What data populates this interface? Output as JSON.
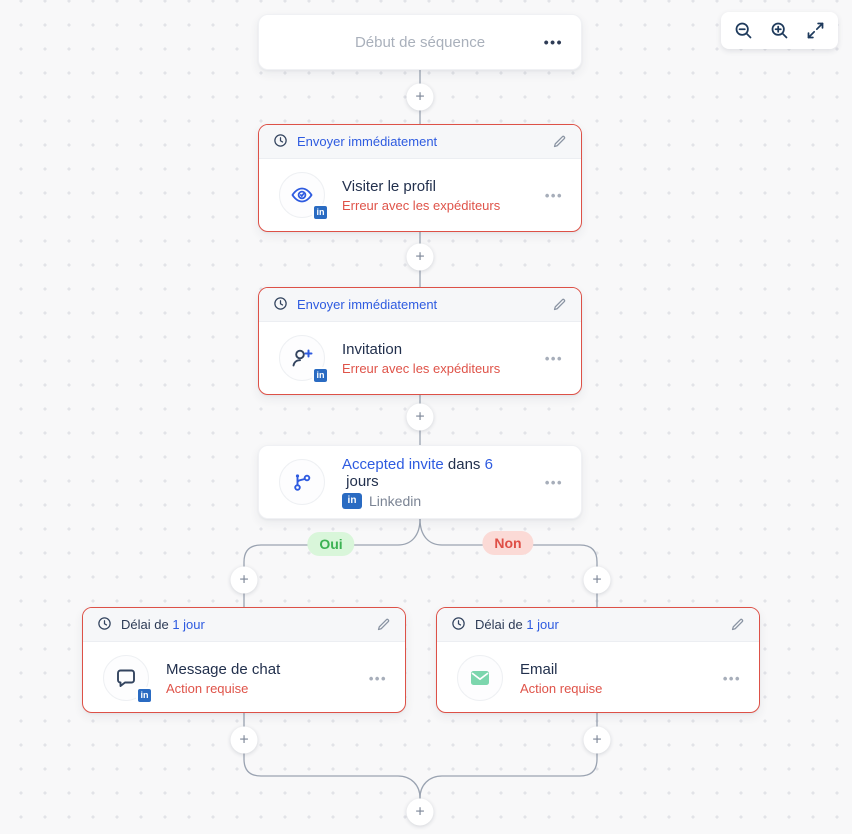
{
  "canvas": {
    "bg": "#f8f8f9",
    "dot_color": "#e2e3e8",
    "connector_color": "#9aa3b1",
    "plus_label": "+"
  },
  "toolbar": {
    "icons": [
      "zoom-out",
      "zoom-in",
      "fullscreen"
    ]
  },
  "start_node": {
    "title": "Début de séquence",
    "menu_dots": "•••"
  },
  "nodes": {
    "visit_profile": {
      "header_label": "Envoyer immédiatement",
      "title": "Visiter le profil",
      "status": "Erreur avec les expéditeurs",
      "menu_dots": "•••",
      "icon": "eye-icon",
      "network_badge": "in"
    },
    "invitation": {
      "header_label": "Envoyer immédiatement",
      "title": "Invitation",
      "status": "Erreur avec les expéditeurs",
      "menu_dots": "•••",
      "icon": "user-plus-icon",
      "network_badge": "in"
    },
    "condition": {
      "event": "Accepted invite",
      "connector_word": " dans ",
      "delay_value": "6",
      "delay_unit": " jours",
      "network_badge": "in",
      "network_name": "Linkedin",
      "menu_dots": "•••",
      "icon": "branch-icon"
    },
    "chat_message": {
      "header_prefix": "Délai de ",
      "header_value": "1 jour",
      "title": "Message de chat",
      "status": "Action requise",
      "menu_dots": "•••",
      "icon": "chat-bubble-icon",
      "network_badge": "in"
    },
    "email": {
      "header_prefix": "Délai de ",
      "header_value": "1 jour",
      "title": "Email",
      "status": "Action requise",
      "menu_dots": "•••",
      "icon": "envelope-icon"
    }
  },
  "branch_labels": {
    "yes": "Oui",
    "no": "Non"
  },
  "colors": {
    "accent_blue": "#2e5be0",
    "navy": "#22304d",
    "error_red": "#df5349",
    "error_border": "#dd5147",
    "muted_gray": "#a7aeba",
    "yes_text": "#3cb253",
    "yes_bg": "#d9f6da",
    "no_text": "#df4f46",
    "no_bg": "#fbdad6",
    "linkedin_blue": "#2a6bc2",
    "email_green": "#7cd6ad"
  }
}
